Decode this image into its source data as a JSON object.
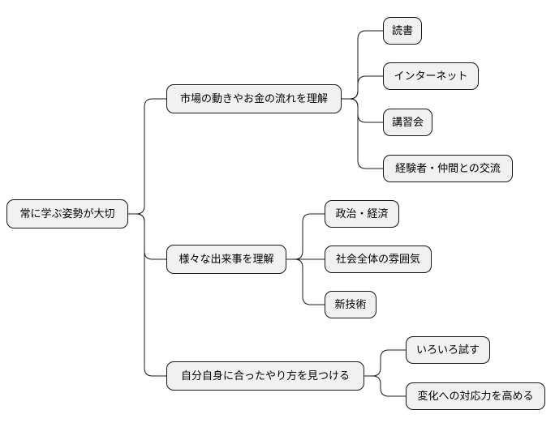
{
  "mindmap": {
    "root": {
      "label": "常に学ぶ姿勢が大切"
    },
    "branches": [
      {
        "label": "市場の動きやお金の流れを理解",
        "children": [
          {
            "label": "読書"
          },
          {
            "label": "インターネット"
          },
          {
            "label": "講習会"
          },
          {
            "label": "経験者・仲間との交流"
          }
        ]
      },
      {
        "label": "様々な出来事を理解",
        "children": [
          {
            "label": "政治・経済"
          },
          {
            "label": "社会全体の雰囲気"
          },
          {
            "label": "新技術"
          }
        ]
      },
      {
        "label": "自分自身に合ったやり方を見つける",
        "children": [
          {
            "label": "いろいろ試す"
          },
          {
            "label": "変化への対応力を高める"
          }
        ]
      }
    ]
  },
  "colors": {
    "node_fill": "#f1f1f1",
    "node_border": "#181818",
    "line": "#181818"
  }
}
